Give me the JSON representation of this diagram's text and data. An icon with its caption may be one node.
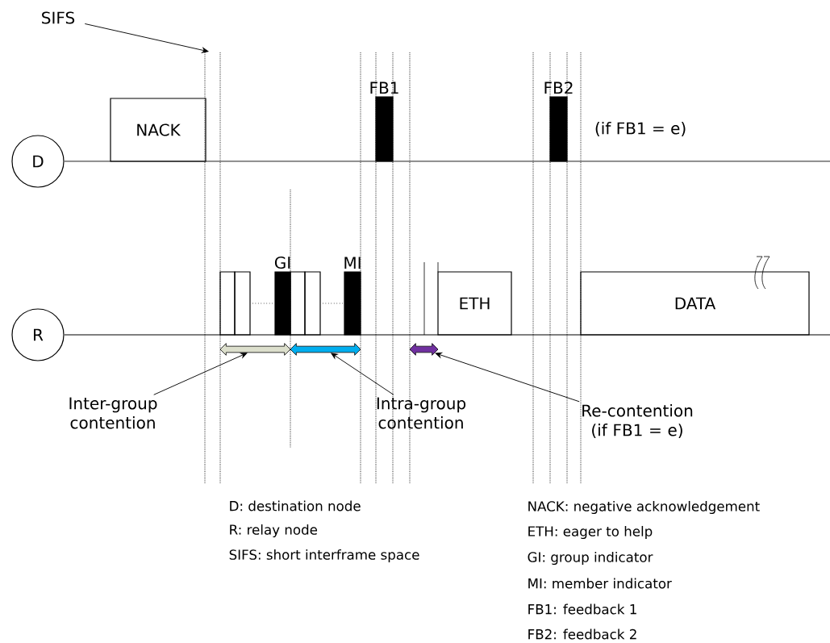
{
  "diagram": {
    "nodes": [
      {
        "text": [
          "D"
        ]
      },
      {
        "text": [
          "R"
        ]
      },
      {
        "text": [
          "NACK"
        ]
      },
      {
        "text": [
          "FB1"
        ]
      },
      {
        "text": [
          "FB2"
        ],
        "beside": [
          "(if FB1 = e)"
        ]
      },
      {
        "text": [],
        "shape": "box"
      },
      {
        "text": [],
        "shape": "box"
      },
      {
        "text": [
          "GI"
        ]
      },
      {
        "text": [],
        "shape": "box"
      },
      {
        "text": [],
        "shape": "box"
      },
      {
        "text": [
          "MI"
        ]
      },
      {
        "text": [
          "ETH"
        ]
      },
      {
        "text": [
          "DATA"
        ]
      },
      {
        "text": [],
        "shape": "arrow"
      },
      {
        "text": [],
        "shape": "arrow"
      },
      {
        "text": [],
        "shape": "arrow"
      },
      {
        "text": [
          "SIFS"
        ]
      },
      {
        "text": [
          "Inter-group contention"
        ]
      },
      {
        "text": [
          "Intra-group contention"
        ]
      },
      {
        "text": [
          "Re-contention",
          "(if FB1 = e)"
        ]
      }
    ],
    "edges": [
      {
        "from": 16,
        "to": null,
        "arrow": "to"
      },
      {
        "from": 17,
        "to": 13,
        "arrow": "to"
      },
      {
        "from": 18,
        "to": 14,
        "arrow": "to"
      },
      {
        "from": 19,
        "to": 15,
        "arrow": "to"
      }
    ],
    "labels": [
      "D: destination node",
      "R: relay node",
      "SIFS: short interframe space",
      "NACK: negative acknowledgement",
      "ETH: eager to help",
      "GI: group indicator",
      "MI: member indicator",
      "FB1: feedback 1",
      "FB2: feedback 2"
    ]
  }
}
